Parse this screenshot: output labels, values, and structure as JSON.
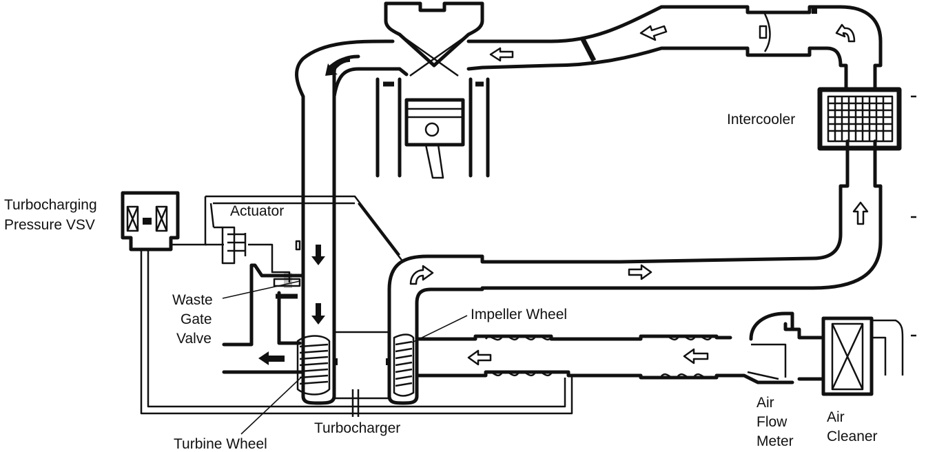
{
  "labels": {
    "intercooler": "Intercooler",
    "vsv_line1": "Turbocharging",
    "vsv_line2": "Pressure VSV",
    "actuator": "Actuator",
    "waste_gate_line1": "Waste",
    "waste_gate_line2": "Gate",
    "waste_gate_line3": "Valve",
    "impeller_wheel": "Impeller Wheel",
    "turbine_wheel": "Turbine Wheel",
    "turbocharger": "Turbocharger",
    "air_flow_meter_line1": "Air",
    "air_flow_meter_line2": "Flow",
    "air_flow_meter_line3": "Meter",
    "air_cleaner_line1": "Air",
    "air_cleaner_line2": "Cleaner"
  }
}
